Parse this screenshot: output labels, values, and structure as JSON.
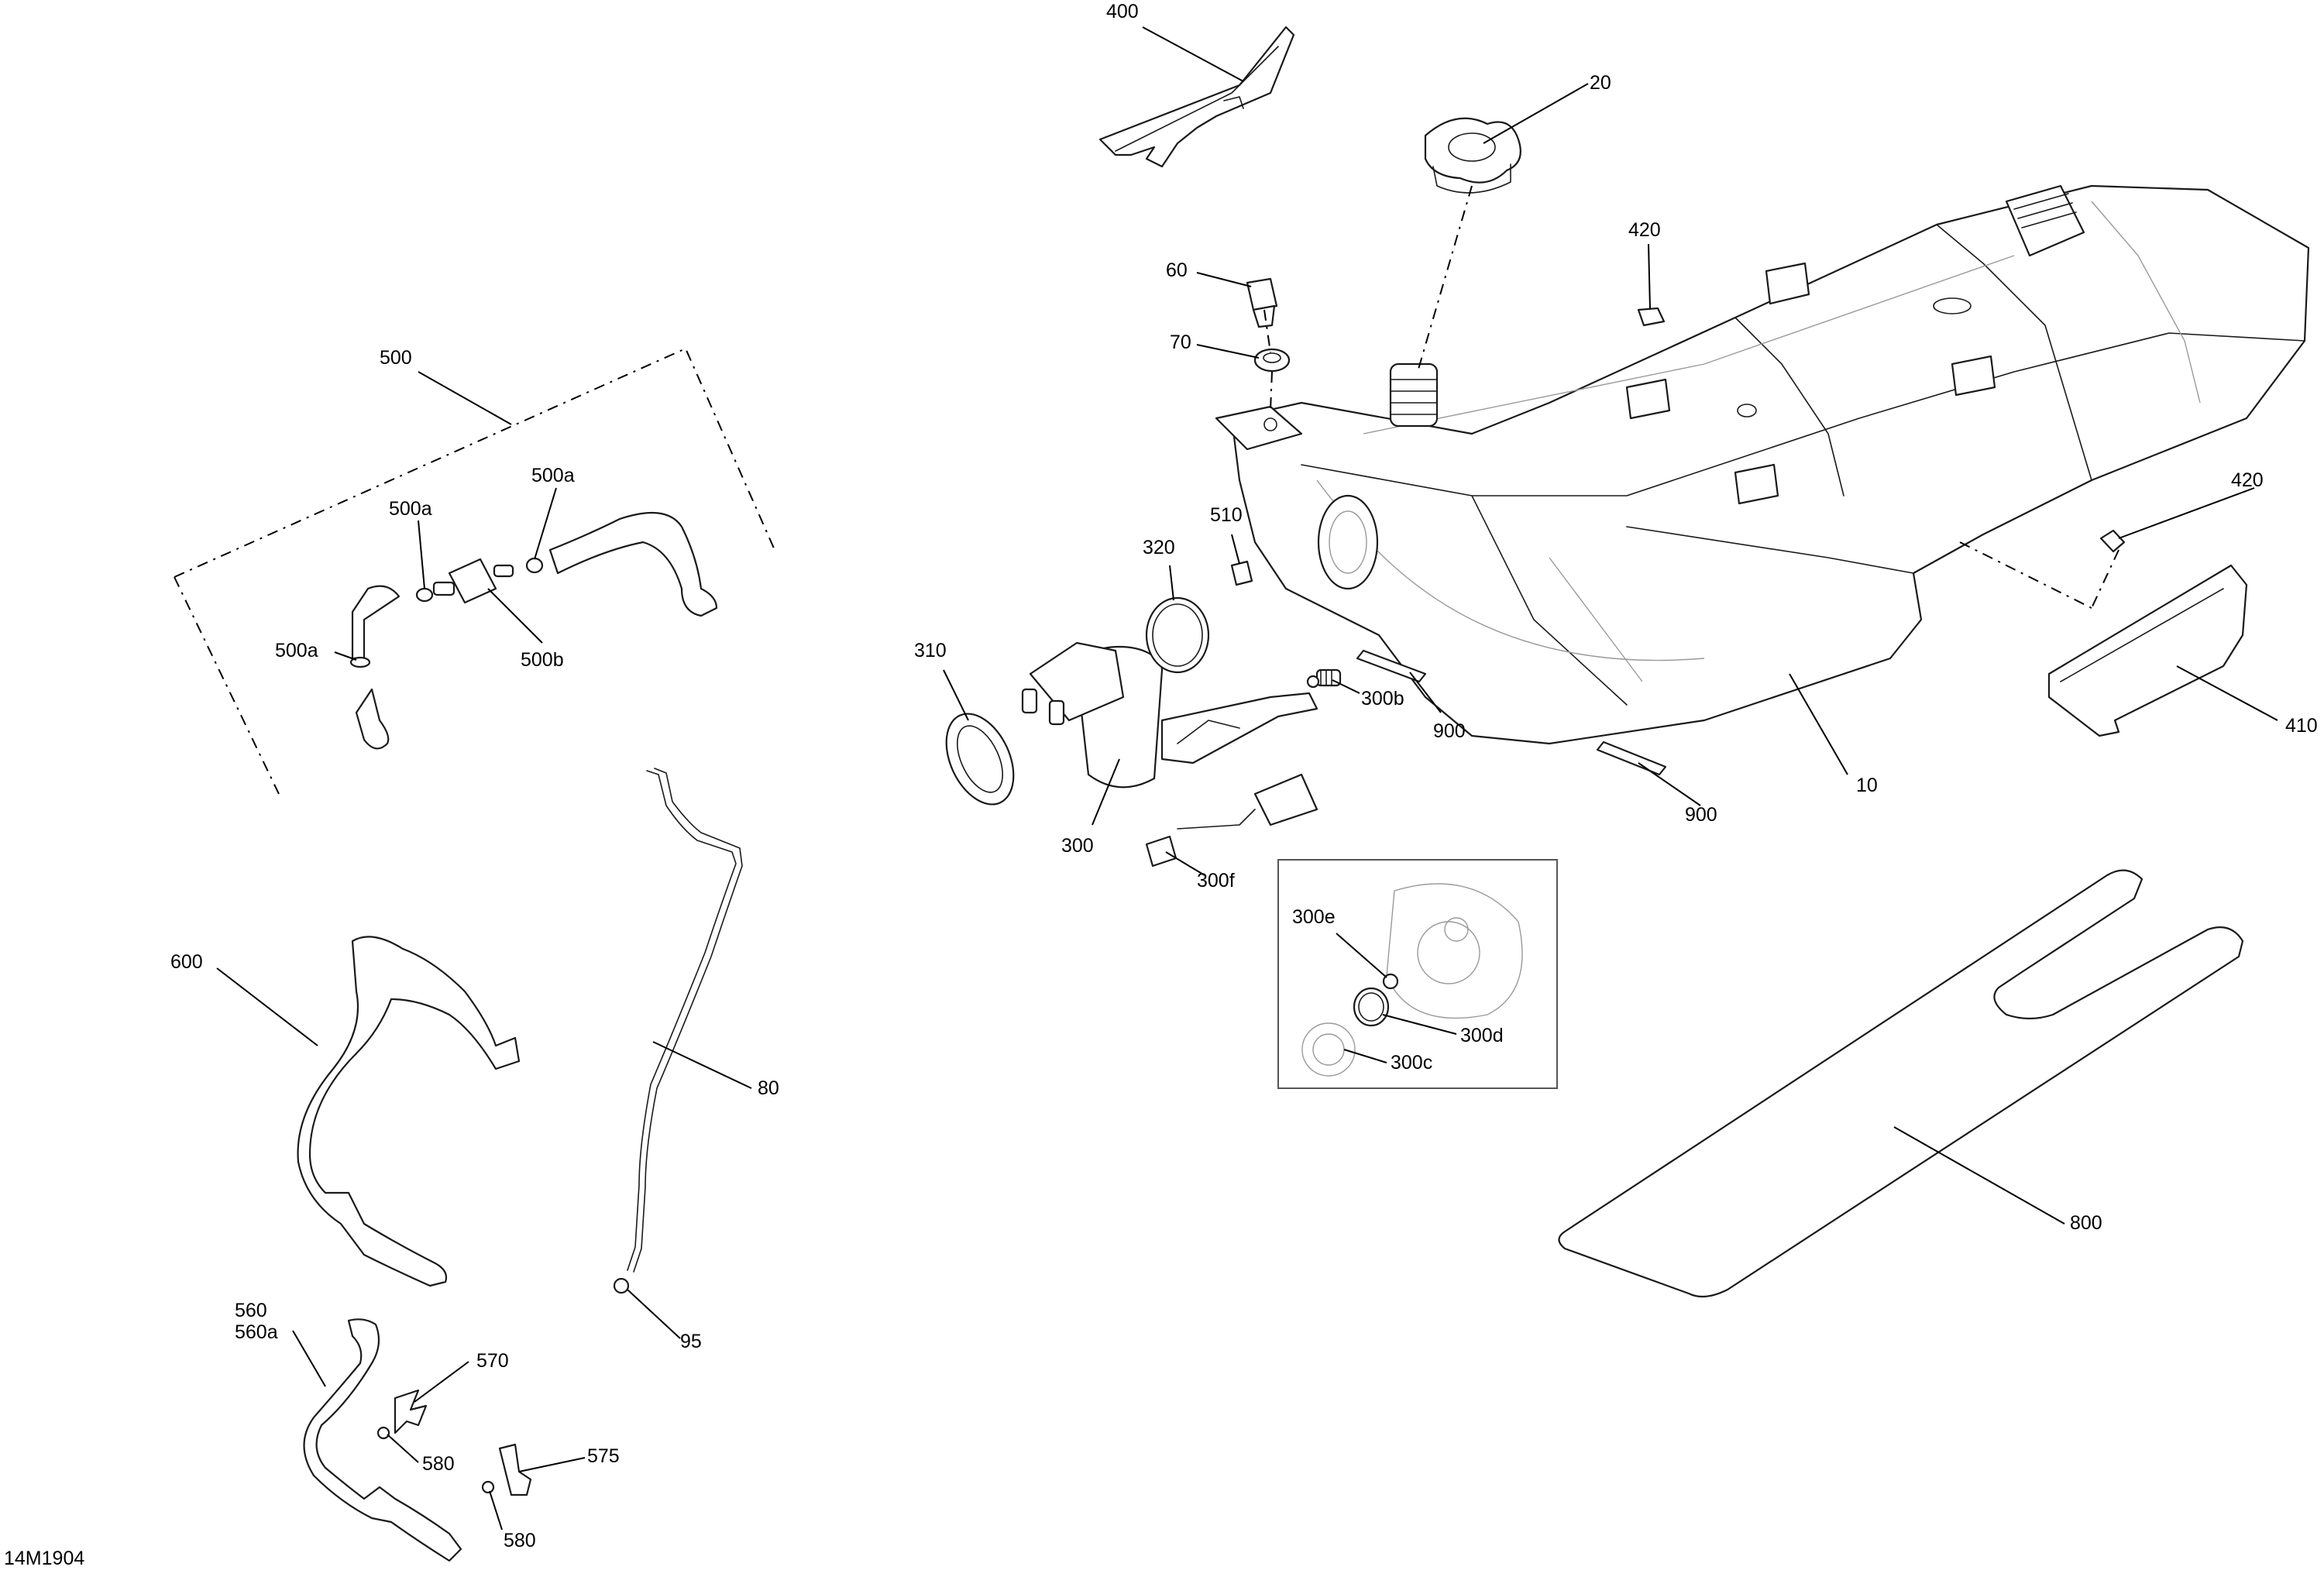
{
  "figure_id": "14M1904",
  "callouts": {
    "c400": "400",
    "c20": "20",
    "c420_top": "420",
    "c60": "60",
    "c70": "70",
    "c500": "500",
    "c500a_top": "500a",
    "c500a_mid": "500a",
    "c500a_left": "500a",
    "c500b": "500b",
    "c320": "320",
    "c510": "510",
    "c420_right": "420",
    "c310": "310",
    "c300b": "300b",
    "c900_mid": "900",
    "c900_low": "900",
    "c10": "10",
    "c410": "410",
    "c300": "300",
    "c300f": "300f",
    "c300e": "300e",
    "c300d": "300d",
    "c300c": "300c",
    "c600": "600",
    "c80": "80",
    "c95": "95",
    "c800": "800",
    "c560": "560",
    "c560a": "560a",
    "c570": "570",
    "c580_top": "580",
    "c575": "575",
    "c580_low": "580"
  }
}
